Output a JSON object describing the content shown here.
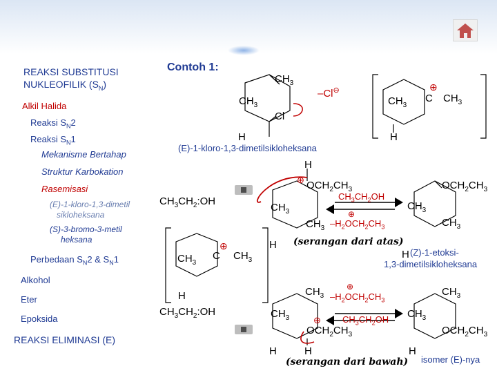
{
  "sidebar": {
    "title_line1": "REAKSI SUBSTITUSI",
    "title_line2": "NUKLEOFILIK (S",
    "title_sub": "N",
    "title_end": ")",
    "alkil_halida": "Alkil Halida",
    "sn2_prefix": "Reaksi S",
    "sn2_sub": "N",
    "sn2_suffix": "2",
    "sn1_prefix": "Reaksi S",
    "sn1_sub": "N",
    "sn1_suffix": "1",
    "mekanisme": "Mekanisme Bertahap",
    "struktur": "Struktur Karbokation",
    "rasemisasi": "Rasemisasi",
    "faded1": "(E)-1-kloro-1,3-dimetil",
    "faded2": "sikloheksana",
    "bromo1": "(S)-3-bromo-3-metil",
    "bromo2": "heksana",
    "perbedaan_a": "Perbedaan S",
    "perbedaan_sub1": "N",
    "perbedaan_b": "2 & S",
    "perbedaan_sub2": "N",
    "perbedaan_c": "1",
    "alkohol": "Alkohol",
    "eter": "Eter",
    "epoksida": "Epoksida",
    "eliminasi": "REAKSI ELIMINASI (E)"
  },
  "main": {
    "heading": "Contoh 1:",
    "reactant_name": "(E)-1-kloro-1,3-dimetilsikloheksana",
    "product_name_line1": "(Z)-1-etoksi-",
    "product_name_line2": "1,3-dimetilsikloheksana",
    "attack_top": "(serangan dari atas)",
    "attack_bottom": "(serangan dari bawah)",
    "isomer_note": "isomer (E)-nya",
    "labels": {
      "ch3": "CH3",
      "cl": "Cl",
      "h": "H",
      "c": "C",
      "minus_cl": "–Cl",
      "ethanol": "CH3CH2:OH",
      "oet": "OCH2CH3",
      "ethanol_small": "CH3CH2OH",
      "loss": "–H2OCH2CH3",
      "plus": "⊕",
      "minus": "⊖"
    }
  },
  "colors": {
    "accent_red": "#c00000",
    "sidebar_blue": "#1f3a93"
  },
  "icons": [
    "home-icon",
    "sound-icon"
  ]
}
